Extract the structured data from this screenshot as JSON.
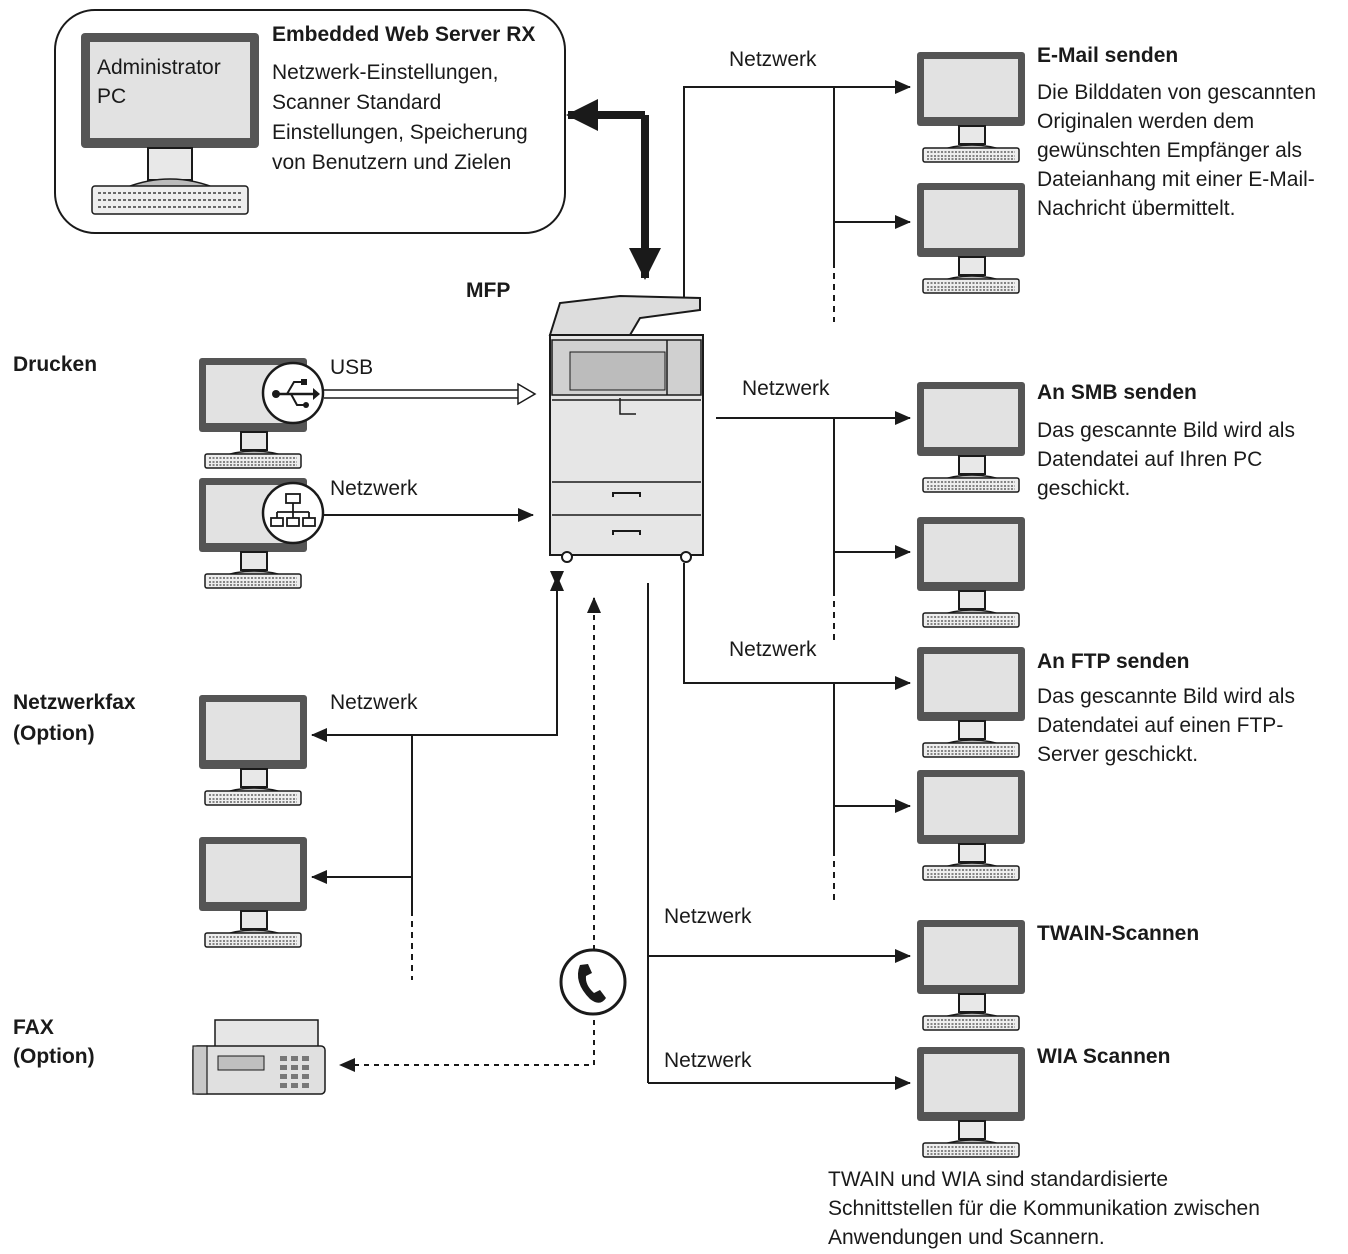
{
  "admin": {
    "screen_label": "Administrator PC",
    "title": "Embedded Web Server RX",
    "lines": "Netzwerk-Einstellungen,\nScanner Standard Einstellungen,\nSpeicherung von Benutzern und Zielen"
  },
  "mfp_label": "MFP",
  "print": {
    "title": "Drucken",
    "usb_label": "USB",
    "network_label": "Netzwerk"
  },
  "netfax": {
    "title": "Netzwerkfax\n(Option)",
    "network_label": "Netzwerk"
  },
  "fax": {
    "title": "FAX\n(Option)"
  },
  "email": {
    "network_label": "Netzwerk",
    "title": "E-Mail senden",
    "desc": "Die Bilddaten von gescannten\nOriginalen werden dem\ngewünschten Empfänger als\nDateianhang mit einer E-Mail-\nNachricht übermittelt."
  },
  "smb": {
    "network_label": "Netzwerk",
    "title": "An SMB senden",
    "desc": "Das gescannte Bild wird als\nDatendatei auf Ihren PC\ngeschickt."
  },
  "ftp": {
    "network_label": "Netzwerk",
    "title": "An FTP senden",
    "desc": "Das gescannte Bild wird als\nDatendatei auf einen FTP-\nServer geschickt."
  },
  "twain": {
    "network_label": "Netzwerk",
    "title": "TWAIN-Scannen"
  },
  "wia": {
    "network_label": "Netzwerk",
    "title": "WIA Scannen"
  },
  "footnote": "TWAIN und WIA sind standardisierte\nSchnittstellen für die Kommunikation zwischen\nAnwendungen und Scannern."
}
